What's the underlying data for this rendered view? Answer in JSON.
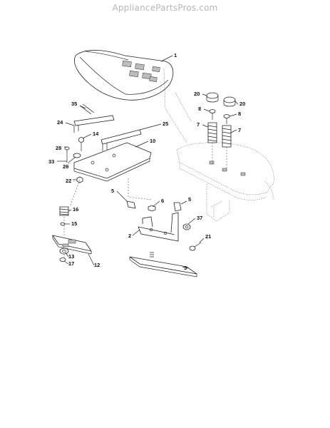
{
  "watermark": "AppliancePartsPros.com",
  "callouts": [
    {
      "id": "1",
      "text": "1"
    },
    {
      "id": "35",
      "text": "35"
    },
    {
      "id": "24",
      "text": "24"
    },
    {
      "id": "25",
      "text": "25"
    },
    {
      "id": "14",
      "text": "14"
    },
    {
      "id": "28",
      "text": "28"
    },
    {
      "id": "10",
      "text": "10"
    },
    {
      "id": "33",
      "text": "33"
    },
    {
      "id": "26",
      "text": "26"
    },
    {
      "id": "22",
      "text": "22"
    },
    {
      "id": "20a",
      "text": "20"
    },
    {
      "id": "20b",
      "text": "20"
    },
    {
      "id": "8a",
      "text": "8"
    },
    {
      "id": "8b",
      "text": "8"
    },
    {
      "id": "7a",
      "text": "7"
    },
    {
      "id": "7b",
      "text": "7"
    },
    {
      "id": "5a",
      "text": "5"
    },
    {
      "id": "6",
      "text": "6"
    },
    {
      "id": "5b",
      "text": "5"
    },
    {
      "id": "16",
      "text": "16"
    },
    {
      "id": "15",
      "text": "15"
    },
    {
      "id": "37",
      "text": "37"
    },
    {
      "id": "2",
      "text": "2"
    },
    {
      "id": "21",
      "text": "21"
    },
    {
      "id": "13",
      "text": "13"
    },
    {
      "id": "17",
      "text": "17"
    },
    {
      "id": "12",
      "text": "12"
    },
    {
      "id": "3",
      "text": "3"
    }
  ]
}
